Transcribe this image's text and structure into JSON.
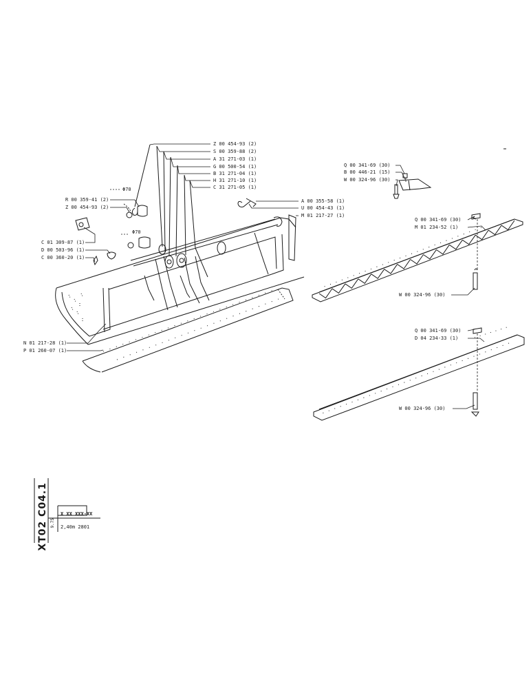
{
  "dimensions": {
    "phi_upper": "Φ70",
    "phi_lower": "Φ70"
  },
  "callouts_top": [
    "Z 00 454-93 (2)",
    "S 00 359-88 (2)",
    "A 31 271-03 (1)",
    "G 00 500-54 (1)",
    "B 31 271-04 (1)",
    "H 31 271-10 (1)",
    "C 31 271-05 (1)"
  ],
  "callouts_left": [
    "R 00 359-41 (2)",
    "Z 00 454-93 (2)",
    "C 01 309-87 (1)",
    "D 00 503-96 (1)",
    "C 00 360-20 (1)"
  ],
  "callouts_bottom_left": [
    "N 01 217-28 (1)",
    "P 01 260-07 (1)"
  ],
  "callouts_mid": [
    "A 00 355-58 (1)",
    "U 00 454-43 (1)",
    "M 01 217-27 (1)"
  ],
  "callouts_tooth": [
    "Q 00 341-69 (30)",
    "B 00 446-21 (15)",
    "W 00 324-96 (30)"
  ],
  "callouts_toothed_edge": [
    "Q 00 341-69 (30)",
    "M 01 234-52 (1)",
    "W 00 324-96 (30)"
  ],
  "callouts_plain_edge": [
    "Q 00 341-69 (30)",
    "D 04 234-33 (1)",
    "W 00 324-96 (30)"
  ],
  "title_block": {
    "code": "XT02 C04.1",
    "date": "9.75",
    "part_number": "X XX XXX-XX",
    "description": "2,40m 2801"
  }
}
